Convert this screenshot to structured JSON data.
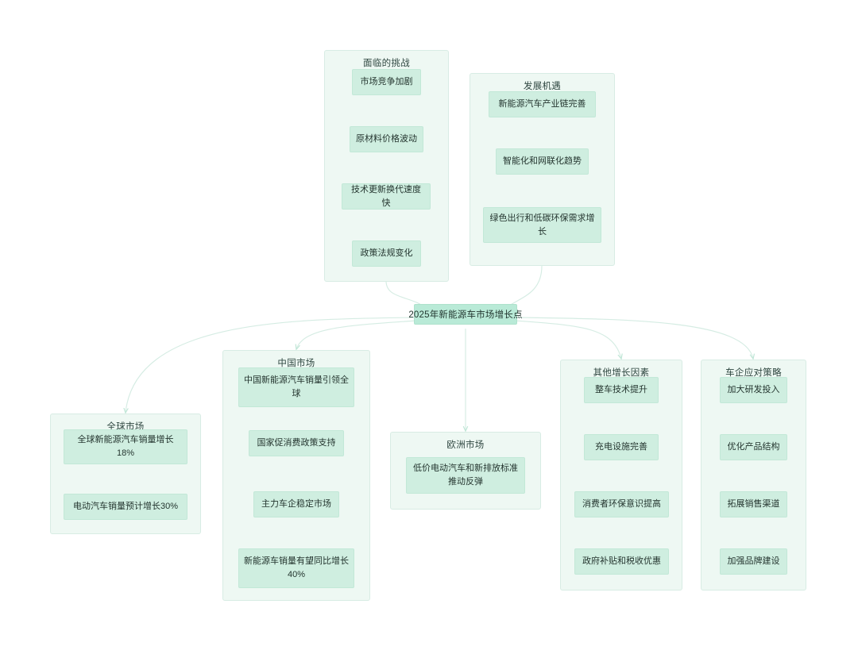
{
  "diagram": {
    "type": "mind-map",
    "center": {
      "label": "2025年新能源车市场增长点"
    },
    "groups": [
      {
        "id": "challenges",
        "title": "面临的挑战",
        "nodes": [
          "市场竞争加剧",
          "原材料价格波动",
          "技术更新换代速度快",
          "政策法规变化"
        ]
      },
      {
        "id": "opportunities",
        "title": "发展机遇",
        "nodes": [
          "新能源汽车产业链完善",
          "智能化和网联化趋势",
          "绿色出行和低碳环保需求增长"
        ]
      },
      {
        "id": "global-market",
        "title": "全球市场",
        "nodes": [
          "全球新能源汽车销量增长18%",
          "电动汽车销量预计增长30%"
        ]
      },
      {
        "id": "china-market",
        "title": "中国市场",
        "nodes": [
          "中国新能源汽车销量引领全球",
          "国家促消费政策支持",
          "主力车企稳定市场",
          "新能源车销量有望同比增长40%"
        ]
      },
      {
        "id": "europe-market",
        "title": "欧洲市场",
        "nodes": [
          "低价电动汽车和新排放标准推动反弹"
        ]
      },
      {
        "id": "other-factors",
        "title": "其他增长因素",
        "nodes": [
          "整车技术提升",
          "充电设施完善",
          "消费者环保意识提高",
          "政府补贴和税收优惠"
        ]
      },
      {
        "id": "oem-strategy",
        "title": "车企应对策略",
        "nodes": [
          "加大研发投入",
          "优化产品结构",
          "拓展销售渠道",
          "加强品牌建设"
        ]
      }
    ],
    "colors": {
      "background": "#ffffff",
      "group_fill": "#eef8f3",
      "group_border": "#d8ece4",
      "node_fill": "#cfeee0",
      "node_border": "#c2e8d7",
      "center_fill": "#b9ead7",
      "edge": "#d3ece2",
      "text": "#24352f"
    }
  }
}
